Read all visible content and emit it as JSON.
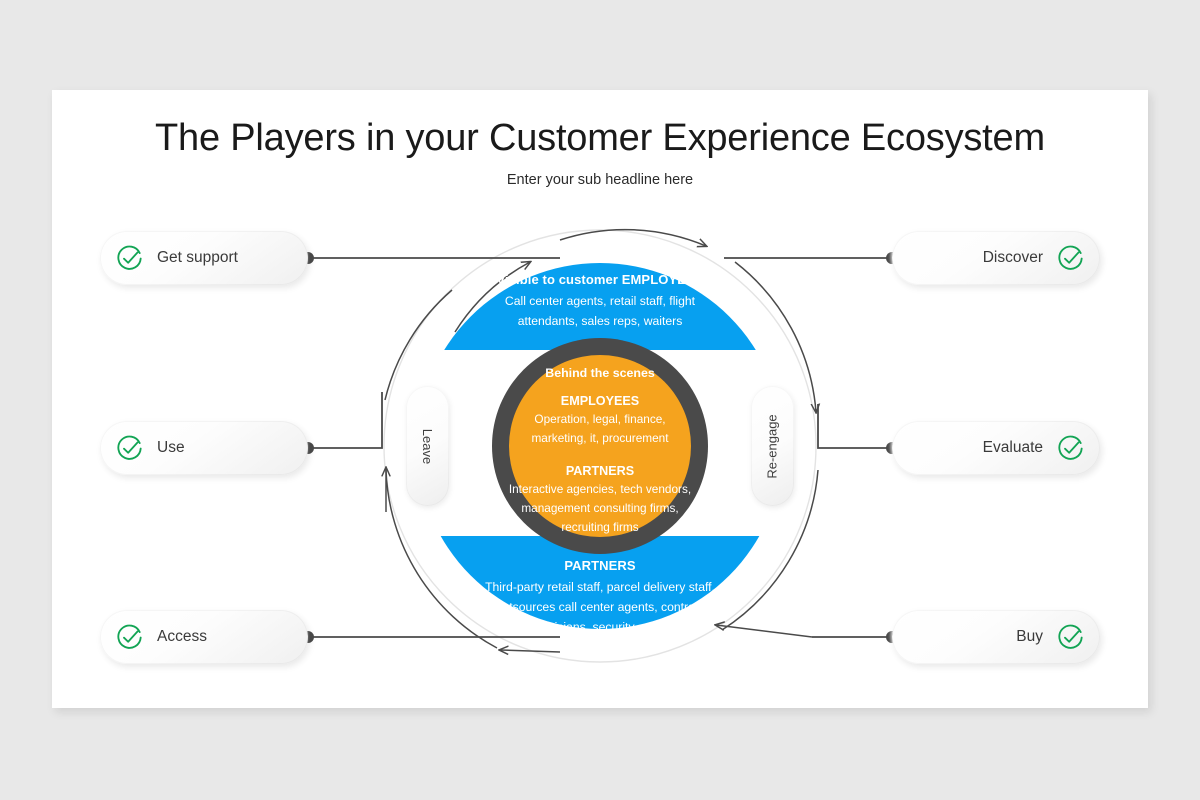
{
  "slide": {
    "title": "The Players in your Customer Experience Ecosystem",
    "subtitle": "Enter your sub headline here"
  },
  "colors": {
    "blue": "#07A0F0",
    "orange": "#F5A31E",
    "dark_gray": "#4A4A4A",
    "green_check": "#12A454",
    "connector": "#4A4A4A",
    "canvas": "#E8E8E8",
    "slide_bg": "#FFFFFF"
  },
  "center": {
    "top_segment": {
      "heading": "Visible to customer EMPLOYEES",
      "lines": [
        "Call center agents, retail staff, flight",
        "attendants, sales reps, waiters"
      ]
    },
    "bottom_segment": {
      "heading": "PARTNERS",
      "lines": [
        "Third-party retail staff, parcel delivery staff,",
        "outsources call center agents, contract",
        "technicians, security guards"
      ]
    },
    "core": {
      "heading": "Behind the scenes",
      "groups": [
        {
          "name": "EMPLOYEES",
          "lines": [
            "Operation, legal, finance,",
            "marketing, it, procurement"
          ]
        },
        {
          "name": "PARTNERS",
          "lines": [
            "Interactive agencies, tech vendors,",
            "management consulting firms,",
            "recruiting firms"
          ]
        }
      ]
    }
  },
  "side_tabs": [
    {
      "id": "leave",
      "label": "Leave"
    },
    {
      "id": "reengage",
      "label": "Re-engage"
    }
  ],
  "pills": {
    "left": [
      {
        "id": "get-support",
        "label": "Get support",
        "icon": "circle-check-icon"
      },
      {
        "id": "use",
        "label": "Use",
        "icon": "circle-check-icon"
      },
      {
        "id": "access",
        "label": "Access",
        "icon": "circle-check-icon"
      }
    ],
    "right": [
      {
        "id": "discover",
        "label": "Discover",
        "icon": "circle-check-icon"
      },
      {
        "id": "evaluate",
        "label": "Evaluate",
        "icon": "circle-check-icon"
      },
      {
        "id": "buy",
        "label": "Buy",
        "icon": "circle-check-icon"
      }
    ]
  }
}
